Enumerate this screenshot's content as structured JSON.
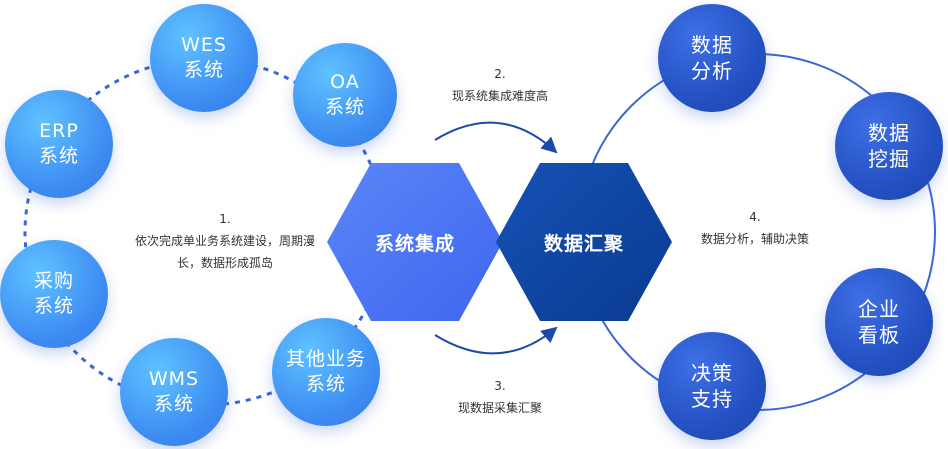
{
  "left_systems": [
    {
      "id": "wes",
      "label": "WES\n系统"
    },
    {
      "id": "oa",
      "label": "OA\n系统"
    },
    {
      "id": "erp",
      "label": "ERP\n系统"
    },
    {
      "id": "purchase",
      "label": "采购\n系统"
    },
    {
      "id": "wms",
      "label": "WMS\n系统"
    },
    {
      "id": "other",
      "label": "其他业务\n系统"
    }
  ],
  "center": {
    "integration": "系统集成",
    "aggregation": "数据汇聚"
  },
  "notes": [
    {
      "num": "1.",
      "text": "依次完成单业务系统建设，周期漫\n长，数据形成孤岛"
    },
    {
      "num": "2.",
      "text": "现系统集成难度高"
    },
    {
      "num": "3.",
      "text": "现数据采集汇聚"
    },
    {
      "num": "4.",
      "text": "数据分析，辅助决策"
    }
  ],
  "right_outputs": [
    {
      "id": "analysis",
      "label": "数据\n分析"
    },
    {
      "id": "mining",
      "label": "数据\n挖掘"
    },
    {
      "id": "dashboard",
      "label": "企业\n看板"
    },
    {
      "id": "decision",
      "label": "决策\n支持"
    }
  ],
  "colors": {
    "left_node": "#3d8cf2",
    "right_node": "#2452c4",
    "hex_light": "#4a74f5",
    "hex_dark": "#0b3f9c",
    "connector": "#3a66d6"
  }
}
